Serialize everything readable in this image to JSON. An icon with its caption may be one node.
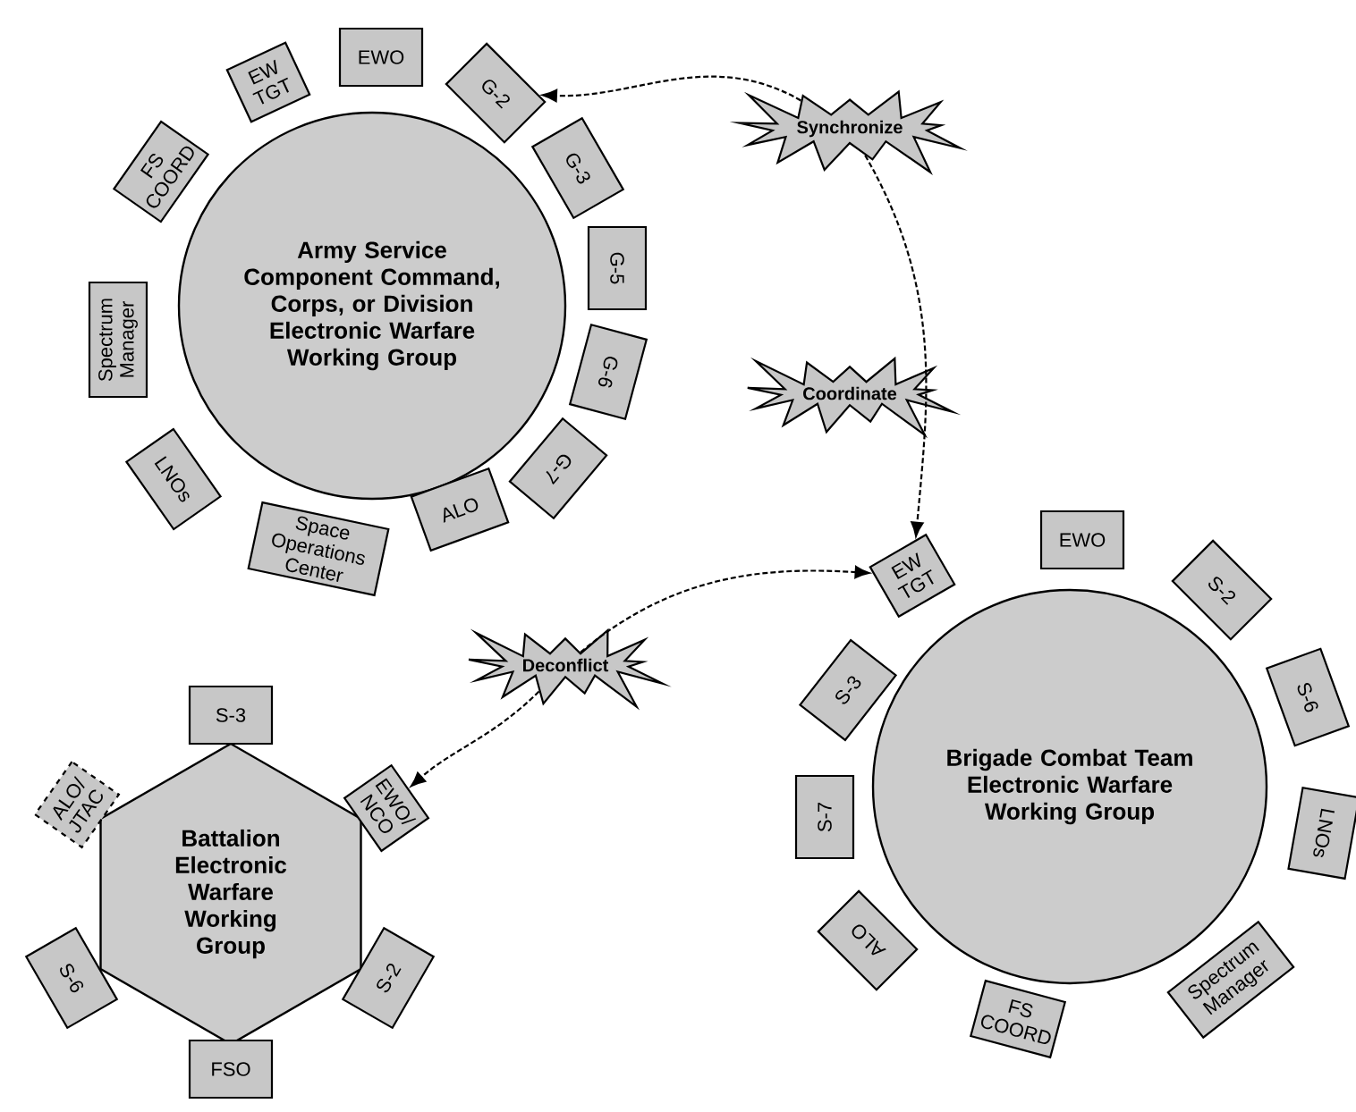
{
  "diagram": {
    "nodes": [
      {
        "text": [
          "Army Service Component Command, Corps, or Division Electronic Warfare Working Group"
        ]
      },
      {
        "text": [
          "EWO"
        ]
      },
      {
        "text": [
          "G-2"
        ]
      },
      {
        "text": [
          "G-3"
        ]
      },
      {
        "text": [
          "G-5"
        ]
      },
      {
        "text": [
          "G-6"
        ]
      },
      {
        "text": [
          "G-7"
        ]
      },
      {
        "text": [
          "ALO"
        ]
      },
      {
        "text": [
          "Space Operations Center"
        ]
      },
      {
        "text": [
          "LNOs"
        ]
      },
      {
        "text": [
          "Spectrum Manager"
        ]
      },
      {
        "text": [
          "FS COORD"
        ]
      },
      {
        "text": [
          "EW TGT"
        ]
      },
      {
        "text": [
          "Synchronize"
        ]
      },
      {
        "text": [
          "Coordinate"
        ]
      },
      {
        "text": [
          "Brigade Combat Team Electronic Warfare Working Group"
        ]
      },
      {
        "text": [
          "EW TGT"
        ]
      },
      {
        "text": [
          "EWO"
        ]
      },
      {
        "text": [
          "S-2"
        ]
      },
      {
        "text": [
          "S-6"
        ]
      },
      {
        "text": [
          "LNOs"
        ]
      },
      {
        "text": [
          "Spectrum Manager"
        ]
      },
      {
        "text": [
          "FS COORD"
        ]
      },
      {
        "text": [
          "ALO"
        ]
      },
      {
        "text": [
          "S-7"
        ]
      },
      {
        "text": [
          "S-3"
        ]
      },
      {
        "text": [
          "Deconflict"
        ]
      },
      {
        "text": [
          "Battalion Electronic Warfare Working Group"
        ]
      },
      {
        "text": [
          "S-3"
        ]
      },
      {
        "text": [
          "ALO/ JTAC"
        ]
      },
      {
        "text": [
          "EWO/ NCO"
        ]
      },
      {
        "text": [
          "S-6"
        ]
      },
      {
        "text": [
          "S-2"
        ]
      },
      {
        "text": [
          "FSO"
        ]
      }
    ],
    "edges": [
      {
        "from": 13,
        "to": 2,
        "arrow": "to",
        "style": "dashed"
      },
      {
        "from": 13,
        "to": 16,
        "arrow": "to",
        "style": "dashed"
      },
      {
        "from": 26,
        "to": 16,
        "arrow": "to",
        "style": "dashed"
      },
      {
        "from": 26,
        "to": 30,
        "arrow": "to",
        "style": "dashed"
      }
    ]
  }
}
